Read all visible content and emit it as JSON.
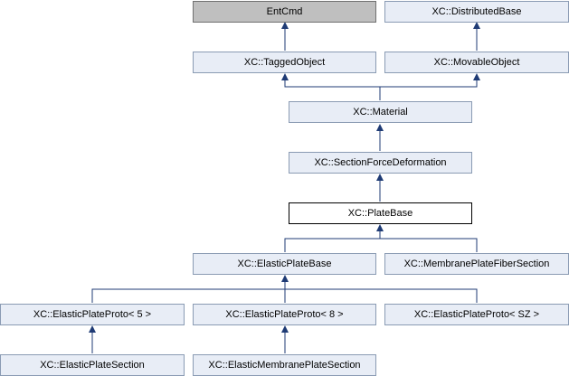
{
  "nodes": {
    "entcmd": "EntCmd",
    "distributed_base": "XC::DistributedBase",
    "tagged_object": "XC::TaggedObject",
    "movable_object": "XC::MovableObject",
    "material": "XC::Material",
    "section_force_deformation": "XC::SectionForceDeformation",
    "plate_base": "XC::PlateBase",
    "elastic_plate_base": "XC::ElasticPlateBase",
    "membrane_plate_fiber_section": "XC::MembranePlateFiberSection",
    "elastic_plate_proto_5": "XC::ElasticPlateProto< 5 >",
    "elastic_plate_proto_8": "XC::ElasticPlateProto< 8 >",
    "elastic_plate_proto_sz": "XC::ElasticPlateProto< SZ >",
    "elastic_plate_section": "XC::ElasticPlateSection",
    "elastic_membrane_plate_section": "XC::ElasticMembranePlateSection"
  },
  "colors": {
    "node_fill": "#e8edf6",
    "node_border": "#8a9bb3",
    "root_fill": "#bfbfbf",
    "current_fill": "#ffffff",
    "edge": "#1f3b75"
  }
}
